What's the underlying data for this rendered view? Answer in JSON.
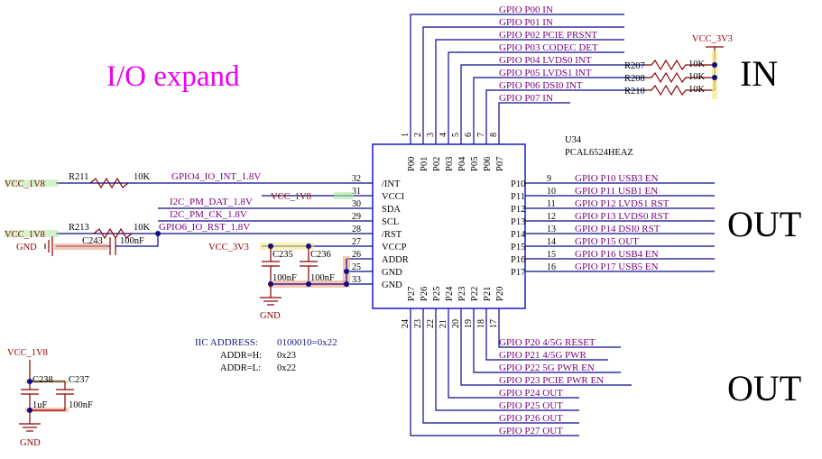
{
  "title": "I/O expand",
  "side_labels": {
    "in": "IN",
    "out_top": "OUT",
    "out_bottom": "OUT"
  },
  "ic": {
    "ref": "U34",
    "part": "PCAL6524HEAZ"
  },
  "vcc_3v3": "VCC_3V3",
  "vcc_1v8": "VCC_1V8",
  "gnd": "GND",
  "p0_nets": [
    {
      "pin": "1",
      "name": "P00",
      "net": "GPIO_P00_IN"
    },
    {
      "pin": "2",
      "name": "P01",
      "net": "GPIO_P01_IN"
    },
    {
      "pin": "3",
      "name": "P02",
      "net": "GPIO_P02_PCIE_PRSNT"
    },
    {
      "pin": "4",
      "name": "P03",
      "net": "GPIO_P03_CODEC_DET"
    },
    {
      "pin": "5",
      "name": "P04",
      "net": "GPIO_P04_LVDS0_INT"
    },
    {
      "pin": "6",
      "name": "P05",
      "net": "GPIO_P05_LVDS1_INT"
    },
    {
      "pin": "7",
      "name": "P06",
      "net": "GPIO_P06_DSI0_INT"
    },
    {
      "pin": "8",
      "name": "P07",
      "net": "GPIO_P07_IN"
    }
  ],
  "pullups": [
    {
      "ref": "R207",
      "value": "10K"
    },
    {
      "ref": "R208",
      "value": "10K"
    },
    {
      "ref": "R210",
      "value": "10K"
    }
  ],
  "p1_nets": [
    {
      "pin": "9",
      "name": "P10",
      "net": "GPIO_P10_USB3_EN"
    },
    {
      "pin": "10",
      "name": "P11",
      "net": "GPIO_P11_USB1_EN"
    },
    {
      "pin": "11",
      "name": "P12",
      "net": "GPIO_P12_LVDS1_RST"
    },
    {
      "pin": "12",
      "name": "P13",
      "net": "GPIO_P13_LVDS0_RST"
    },
    {
      "pin": "13",
      "name": "P14",
      "net": "GPIO_P14_DSI0_RST"
    },
    {
      "pin": "14",
      "name": "P15",
      "net": "GPIO_P15_OUT"
    },
    {
      "pin": "15",
      "name": "P16",
      "net": "GPIO_P16_USB4_EN"
    },
    {
      "pin": "16",
      "name": "P17",
      "net": "GPIO_P17_USB5_EN"
    }
  ],
  "p2_nets": [
    {
      "pin": "24",
      "name": "P27",
      "net": "GPIO_P27_OUT"
    },
    {
      "pin": "23",
      "name": "P26",
      "net": "GPIO_P26_OUT"
    },
    {
      "pin": "22",
      "name": "P25",
      "net": "GPIO_P25_OUT"
    },
    {
      "pin": "21",
      "name": "P24",
      "net": "GPIO_P24_OUT"
    },
    {
      "pin": "20",
      "name": "P23",
      "net": "GPIO_P23_PCIE_PWR_EN"
    },
    {
      "pin": "19",
      "name": "P22",
      "net": "GPIO_P22_5G_PWR_EN"
    },
    {
      "pin": "18",
      "name": "P21",
      "net": "GPIO_P21_4/5G_PWR"
    },
    {
      "pin": "17",
      "name": "P20",
      "net": "GPIO_P20_4/5G_RESET"
    }
  ],
  "left_pins": [
    {
      "pin": "32",
      "name": "/INT"
    },
    {
      "pin": "31",
      "name": "VCCI"
    },
    {
      "pin": "30",
      "name": "SDA"
    },
    {
      "pin": "29",
      "name": "SCL"
    },
    {
      "pin": "28",
      "name": "/RST"
    },
    {
      "pin": "27",
      "name": "VCCP"
    },
    {
      "pin": "26",
      "name": "ADDR"
    },
    {
      "pin": "25",
      "name": "GND"
    },
    {
      "pin": "33",
      "name": "GND"
    }
  ],
  "left_nets": {
    "int": "GPIO4_IO_INT_1.8V",
    "sda": "I2C_PM_DAT_1.8V",
    "scl": "I2C_PM_CK_1.8V",
    "rst": "GPIO6_IO_RST_1.8V"
  },
  "r211": {
    "ref": "R211",
    "value": "10K"
  },
  "r213": {
    "ref": "R213",
    "value": "10K"
  },
  "c243": {
    "ref": "C243",
    "value": "100nF"
  },
  "c235": {
    "ref": "C235",
    "value": "100nF"
  },
  "c236": {
    "ref": "C236",
    "value": "100nF"
  },
  "c238": {
    "ref": "C238",
    "value": "1uF"
  },
  "c237": {
    "ref": "C237",
    "value": "100nF"
  },
  "iic": {
    "line1_label": "IIC ADDRESS:",
    "line1_value": "0100010=0x22",
    "line2_label": "ADDR=H:",
    "line2_value": "0x23",
    "line3_label": "ADDR=L:",
    "line3_value": "0x22"
  },
  "colors": {
    "title": "#ee00ee",
    "net_label": "#7a007a",
    "wire": "#0b0b8a",
    "component": "#8b0000",
    "ic_outline": "#1a1acc"
  }
}
